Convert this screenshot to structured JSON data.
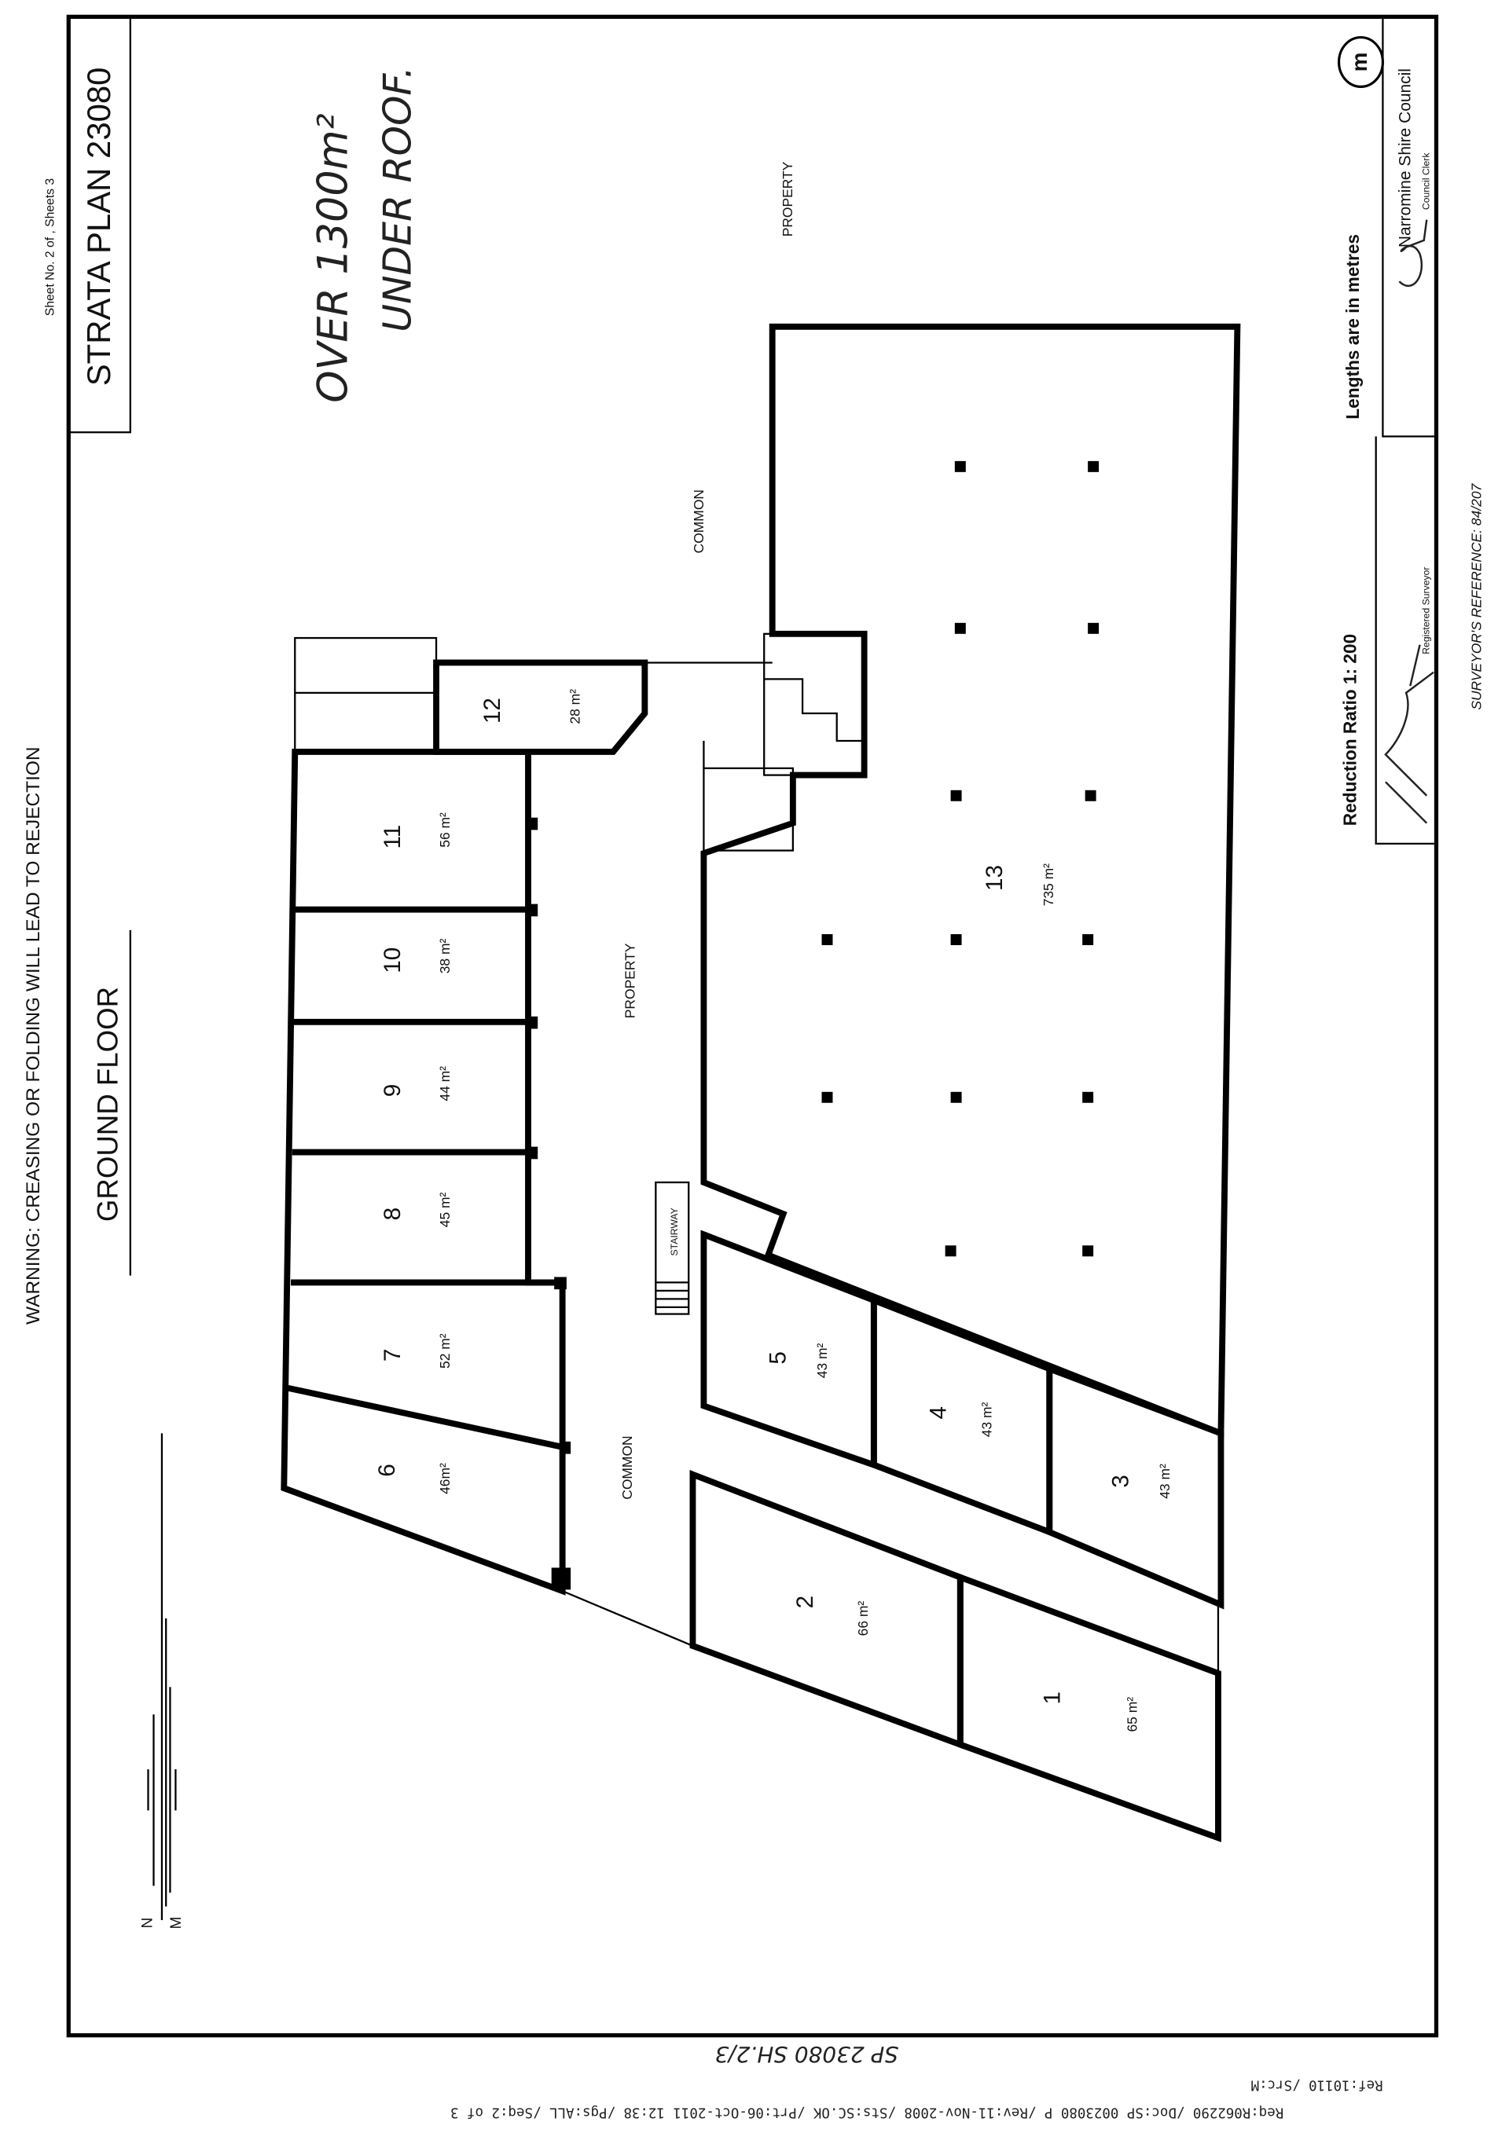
{
  "sheet": {
    "sheet_info": "Sheet No. 2   of   , Sheets 3",
    "plan_title": "STRATA PLAN 23080",
    "warning": "WARNING: CREASING OR FOLDING WILL LEAD TO REJECTION",
    "floor_title": "GROUND   FLOOR",
    "handwritten_note": [
      "OVER 1300m²",
      "UNDER ROOF."
    ],
    "north_label": "N",
    "magnetic_label": "M"
  },
  "labels": {
    "property_top": "PROPERTY",
    "common_upper": "COMMON",
    "property_middle": "PROPERTY",
    "common_lower": "COMMON",
    "stairway": "STAIRWAY"
  },
  "units": [
    {
      "number": "1",
      "area": "65 m²"
    },
    {
      "number": "2",
      "area": "66 m²"
    },
    {
      "number": "3",
      "area": "43 m²"
    },
    {
      "number": "4",
      "area": "43 m²"
    },
    {
      "number": "5",
      "area": "43 m²"
    },
    {
      "number": "6",
      "area": "46m²"
    },
    {
      "number": "7",
      "area": "52 m²"
    },
    {
      "number": "8",
      "area": "45 m²"
    },
    {
      "number": "9",
      "area": "44 m²"
    },
    {
      "number": "10",
      "area": "38 m²"
    },
    {
      "number": "11",
      "area": "56 m²"
    },
    {
      "number": "12",
      "area": "28 m²"
    },
    {
      "number": "13",
      "area": "735 m²"
    }
  ],
  "title_block": {
    "council": "Narromine Shire Council",
    "council_clerk": "Council Clerk",
    "lengths": "Lengths are in metres",
    "reduction_ratio": "Reduction Ratio 1: 200",
    "registered_surveyor": "Registered Surveyor",
    "surveyors_reference": "SURVEYOR'S REFERENCE: 84/207",
    "logo_letter": "m"
  },
  "footer": {
    "sheet_stamp": "SP 23080 SH.2/3",
    "ref": "Ref:10110 /Src:M",
    "request": "Req:R062290 /Doc:SP 0023080 P /Rev:11-Nov-2008 /Sts:SC.OK /Prt:06-Oct-2011 12:38 /Pgs:ALL /Seq:2 of 3"
  }
}
